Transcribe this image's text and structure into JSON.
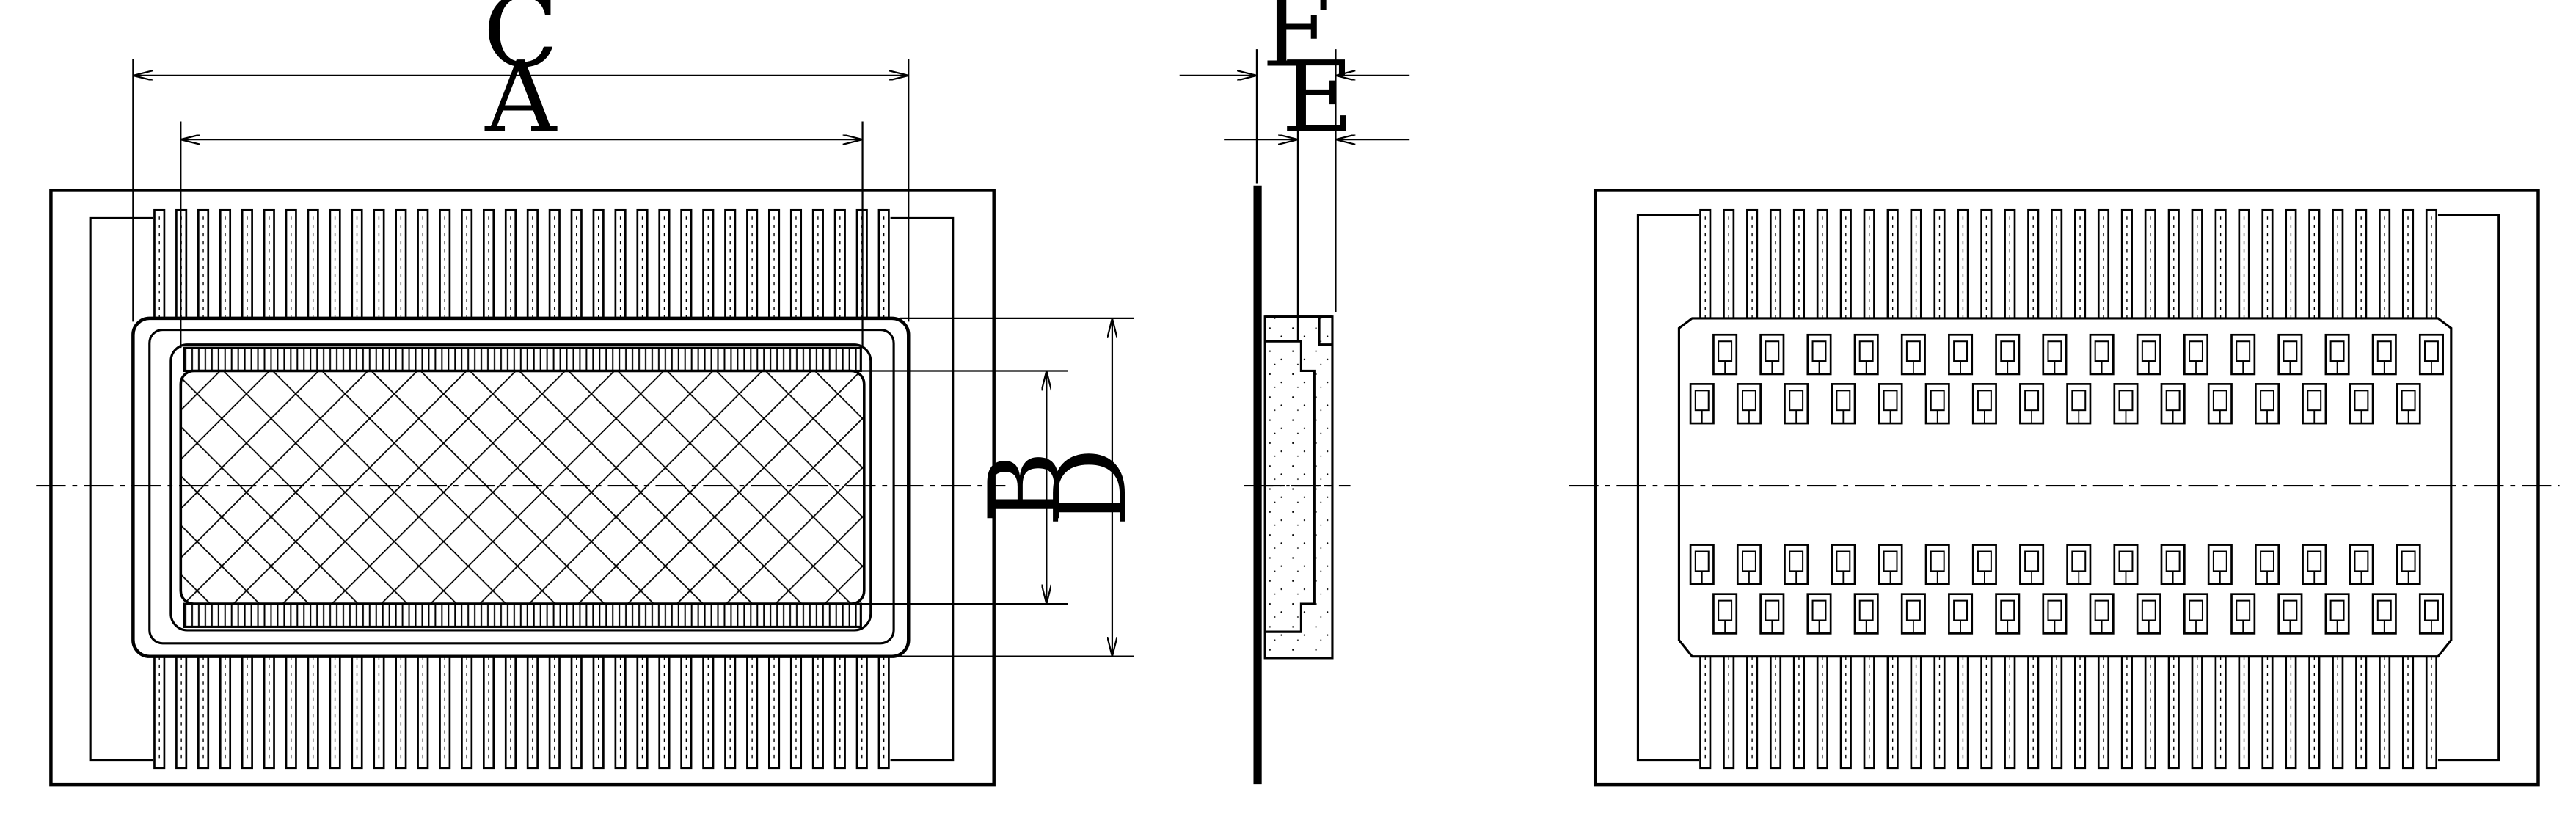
{
  "dimension_labels": {
    "a": "A",
    "b": "B",
    "c": "C",
    "d": "D",
    "e": "E",
    "f": "F"
  },
  "views": {
    "front": {
      "pin_count_top": 34,
      "pin_count_bottom": 34
    },
    "side": {},
    "back": {
      "pin_count_top": 32,
      "pin_count_bottom": 32,
      "clip_count_per_row": 16
    }
  },
  "colors": {
    "line": "#000000",
    "background": "#ffffff"
  }
}
